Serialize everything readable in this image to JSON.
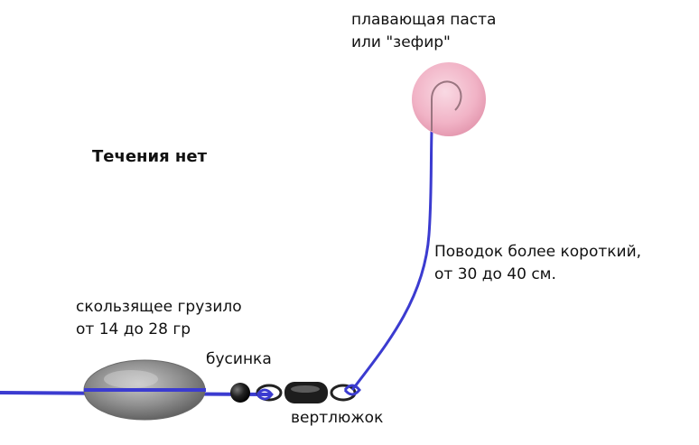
{
  "heading": "Течения нет",
  "labels": {
    "paste_line1": "плавающая паста",
    "paste_line2": "или \"зефир\"",
    "leader_line1": "Поводок более короткий,",
    "leader_line2": "от 30 до 40 см.",
    "sinker_line1": "скользящее грузило",
    "sinker_line2": "от 14 до 28 гр",
    "bead": "бусинка",
    "swivel": "вертлюжок"
  },
  "colors": {
    "line": "#3b3bd0",
    "bait": "#f2b6c8",
    "sinker": "#8a8a8a",
    "bead": "#1a1a1a"
  }
}
